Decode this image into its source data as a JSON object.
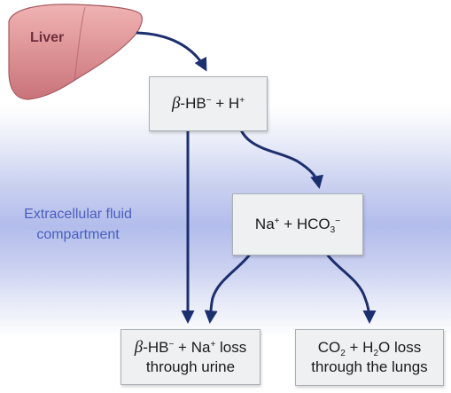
{
  "liver": {
    "label": "Liver"
  },
  "region": {
    "label_line1": "Extracellular fluid",
    "label_line2": "compartment"
  },
  "box_top": {
    "beta": "β",
    "hb": "-HB",
    "minus": "−",
    "plus_h": " + H",
    "plus_sup": "+"
  },
  "box_middle": {
    "na": "Na",
    "na_sup": "+",
    "plus_hco": " + HCO",
    "sub3": "3",
    "minus": "−"
  },
  "box_left": {
    "beta": "β",
    "hb": "-HB",
    "minus": "−",
    "plus_na": " + Na",
    "na_sup": "+",
    "loss": " loss",
    "line2": "through urine"
  },
  "box_right": {
    "co": "CO",
    "sub2a": "2",
    "plus_h": " + H",
    "sub2b": "2",
    "o_loss": "O loss",
    "line2": "through the lungs"
  },
  "colors": {
    "arrow": "#1c2f6e",
    "liver": "#d98a8e",
    "region_text": "#4a5ec0"
  }
}
